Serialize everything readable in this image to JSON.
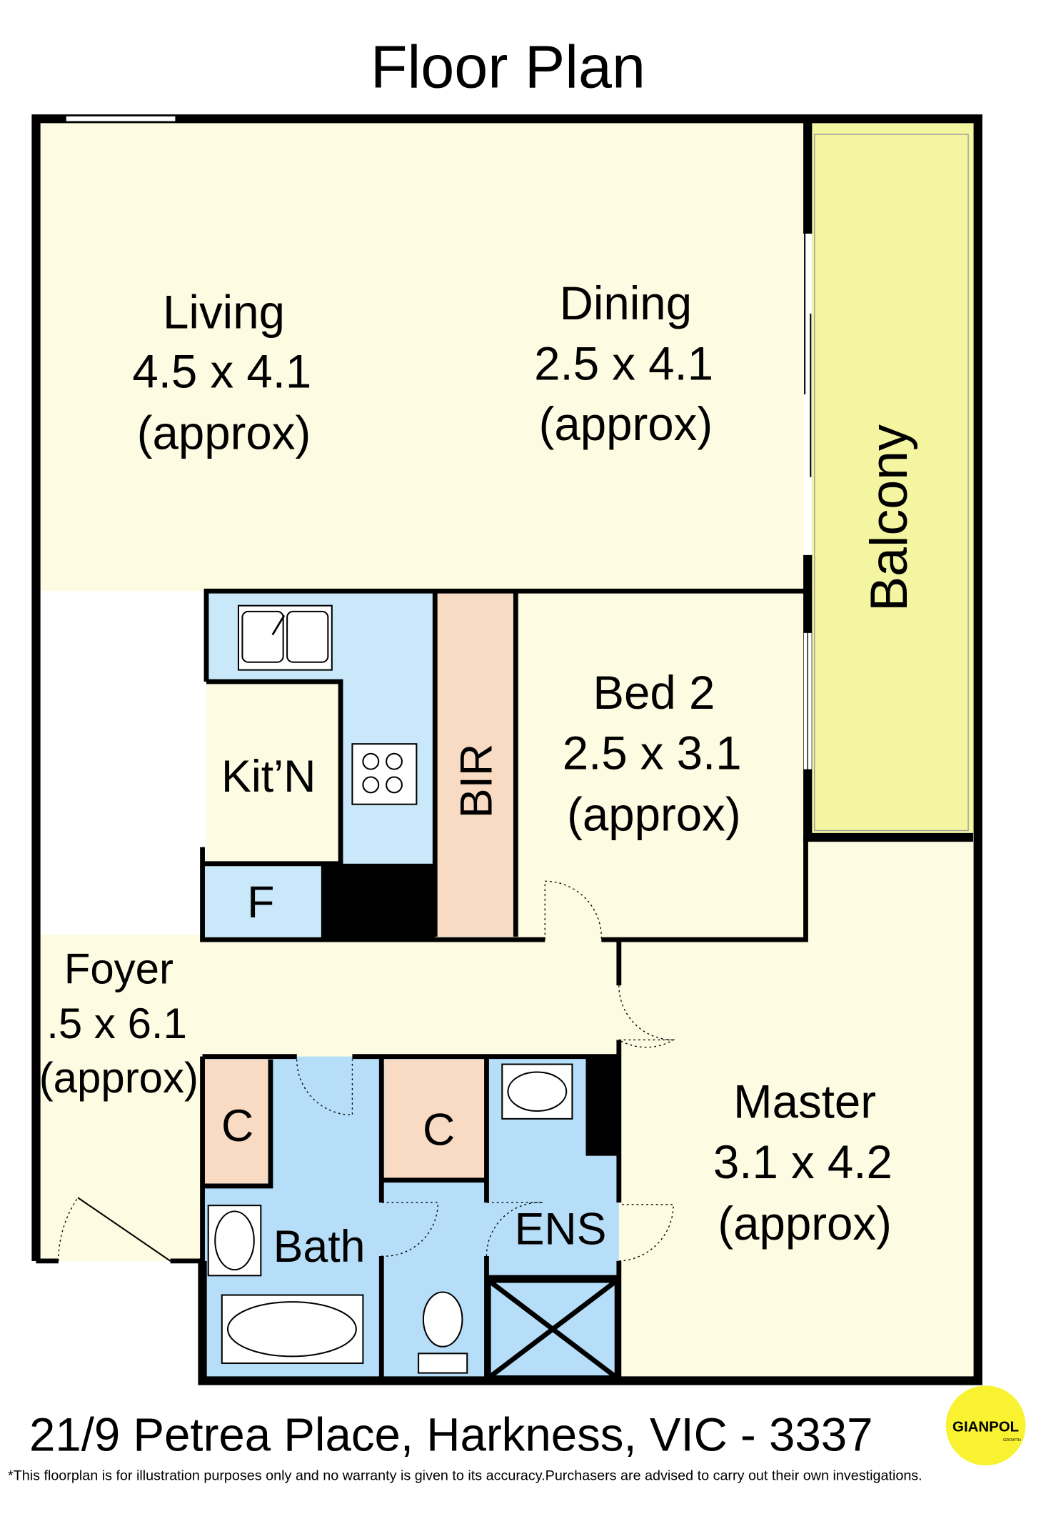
{
  "title": "Floor Plan",
  "rooms": {
    "living": {
      "name": "Living",
      "size": "4.5 x 4.1",
      "note": "(approx)"
    },
    "dining": {
      "name": "Dining",
      "size": "2.5 x 4.1",
      "note": "(approx)"
    },
    "balcony": {
      "name": "Balcony"
    },
    "kitchen": {
      "name": "Kit’N"
    },
    "fridge": {
      "name": "F"
    },
    "bir": {
      "name": "BIR"
    },
    "bed2": {
      "name": "Bed 2",
      "size": "2.5 x 3.1",
      "note": "(approx)"
    },
    "foyer": {
      "name": "Foyer",
      "size": ".5 x 6.1",
      "note": "(approx)"
    },
    "cupboard1": {
      "name": "C"
    },
    "cupboard2": {
      "name": "C"
    },
    "bath": {
      "name": "Bath"
    },
    "ensuite": {
      "name": "ENS"
    },
    "master": {
      "name": "Master",
      "size": "3.1 x 4.2",
      "note": "(approx)"
    }
  },
  "address": "21/9 Petrea Place, Harkness, VIC - 3337",
  "disclaimer": "*This floorplan is for illustration purposes only and no warranty is given to its accuracy.Purchasers are advised to carry out their own investigations.",
  "logo": {
    "name": "GIANPOL",
    "tagline": "GROWTH"
  },
  "colors": {
    "cream": "#fdfbe1",
    "blue": "#b6def8",
    "kitchen_blue": "#c9e9fb",
    "peach": "#f9dbc3",
    "balcony": "#f4f5a0",
    "logo_yellow": "#f8f230"
  }
}
